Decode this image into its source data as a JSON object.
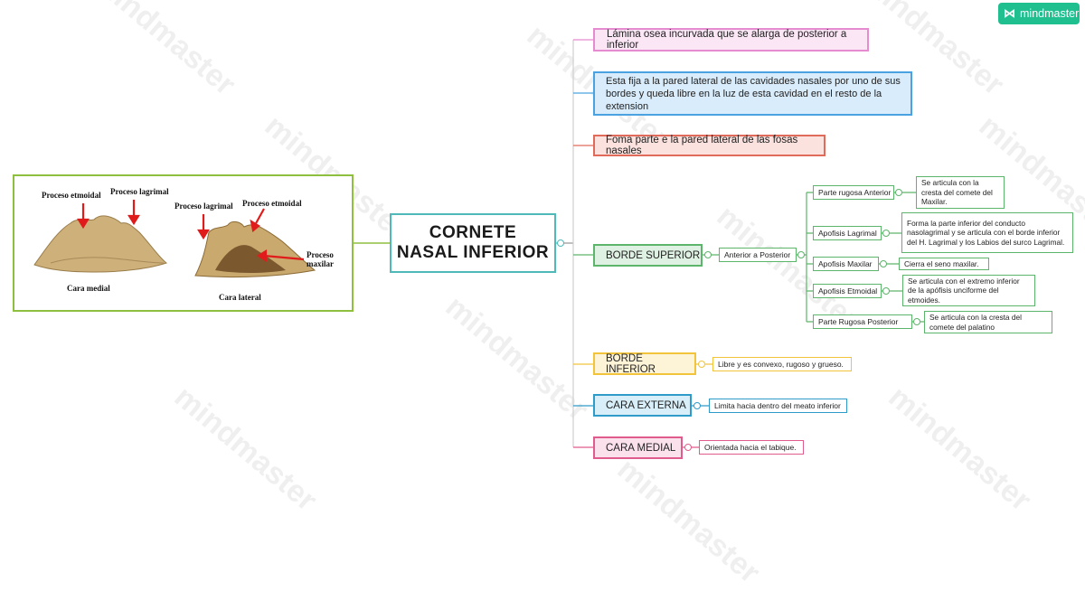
{
  "brand": {
    "name": "mindmaster",
    "color": "#1fbf8f"
  },
  "watermark_text": "mindmaster",
  "central": {
    "line1": "CORNETE",
    "line2": "NASAL INFERIOR",
    "border_color": "#4fb8b8"
  },
  "image": {
    "labels": {
      "proceso_etmoidal_left": "Proceso etmoidal",
      "proceso_lagrimal_left": "Proceso lagrimal",
      "proceso_lagrimal_right": "Proceso lagrimal",
      "proceso_etmoidal_right": "Proceso etmoidal",
      "proceso_maxilar": "Proceso\nmaxilar",
      "cara_medial": "Cara medial",
      "cara_lateral": "Cara lateral"
    }
  },
  "branches": [
    {
      "text": "Lámina osea incurvada que se alarga de posterior a inferior",
      "color": "#e58bd0",
      "bg": "#fbe6f6"
    },
    {
      "text": "Esta fija a la pared lateral de las cavidades nasales por uno de sus bordes y queda libre en la luz de esta cavidad en el resto de la extension",
      "color": "#4aa3e0",
      "bg": "#d9ecfb"
    },
    {
      "text": "Foma parte e la pared lateral de las fosas nasales",
      "color": "#e06b5a",
      "bg": "#fbe2de"
    },
    {
      "text": "BORDE SUPERIOR",
      "color": "#5db46b",
      "bg": "#dff1e2"
    },
    {
      "text": "BORDE INFERIOR",
      "color": "#f2c43c",
      "bg": "#fdf4d8"
    },
    {
      "text": "CARA EXTERNA",
      "color": "#2e9bc9",
      "bg": "#d8eef8"
    },
    {
      "text": "CARA MEDIAL",
      "color": "#e05c8c",
      "bg": "#fbe1ec"
    }
  ],
  "borde_superior": {
    "child": "Anterior a Posterior",
    "items": [
      {
        "label": "Parte rugosa Anterior",
        "desc": "Se articula con la cresta del comete del Maxilar."
      },
      {
        "label": "Apofisis Lagrimal",
        "desc": "Forma la parte inferior del conducto nasolagrimal y se articula con el borde inferior del H. Lagrimal y los Labios del surco Lagrimal."
      },
      {
        "label": "Apofisis Maxilar",
        "desc": "Cierra el seno maxilar."
      },
      {
        "label": "Apofisis Etmoidal",
        "desc": "Se articula con el extremo inferior de la apófisis unciforme del etmoides."
      },
      {
        "label": "Parte Rugosa Posterior",
        "desc": "Se articula con la cresta del comete del palatino"
      }
    ]
  },
  "borde_inferior": {
    "child": "Libre y es convexo, rugoso y grueso."
  },
  "cara_externa": {
    "child": "Limita hacia dentro del meato inferior"
  },
  "cara_medial": {
    "child": "Orientada hacia el tabique."
  }
}
